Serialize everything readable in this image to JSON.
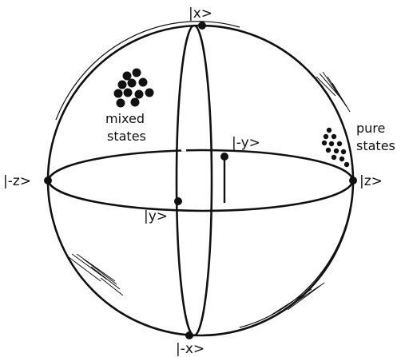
{
  "diagram": {
    "basis_labels": {
      "x_plus": "|x>",
      "x_minus": "|-x>",
      "y_plus": "|y>",
      "y_minus": "|-y>",
      "z_plus": "|z>",
      "z_minus": "|-z>"
    },
    "annotations": {
      "mixed_line1": "mixed",
      "mixed_line2": "states",
      "pure_line1": "pure",
      "pure_line2": "states"
    },
    "colors": {
      "ink": "#111111",
      "background": "#ffffff"
    }
  }
}
